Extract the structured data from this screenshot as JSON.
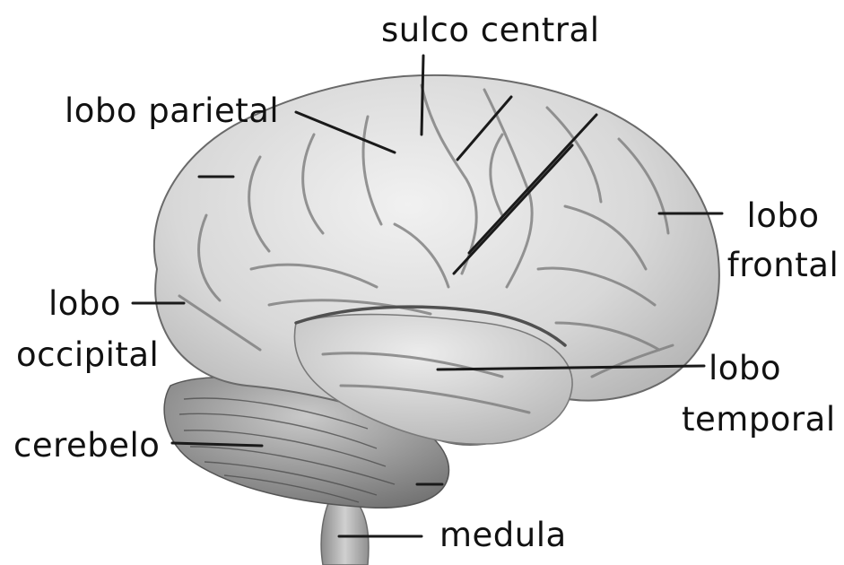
{
  "diagram": {
    "subject": "brain-lateral-view",
    "labels": {
      "sulco_central": "sulco central",
      "lobo_parietal": "lobo parietal",
      "lobo_frontal_1": "lobo",
      "lobo_frontal_2": "frontal",
      "lobo_occipital_1": "lobo",
      "lobo_occipital_2": "occipital",
      "lobo_temporal_1": "lobo",
      "lobo_temporal_2": "temporal",
      "cerebelo": "cerebelo",
      "medula": "medula"
    },
    "colors": {
      "background": "#ffffff",
      "text": "#111111",
      "leader_line": "#1a1a1a",
      "cortex_light": "#ececec",
      "cortex_mid": "#cfcfcf",
      "cortex_dark": "#8e8e8e",
      "cerebellum": "#9a9a9a"
    }
  }
}
